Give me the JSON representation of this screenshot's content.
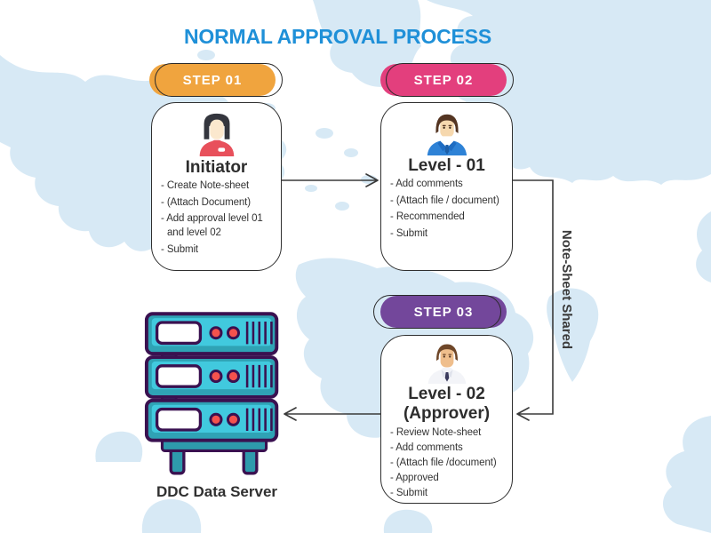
{
  "title": "NORMAL APPROVAL PROCESS",
  "steps": [
    {
      "badge": "STEP 01",
      "card_title": "Initiator",
      "lines": [
        "- Create Note-sheet",
        "- (Attach Document)",
        "- Add approval level 01",
        "and level 02",
        "- Submit"
      ]
    },
    {
      "badge": "STEP 02",
      "card_title": "Level - 01",
      "lines": [
        "- Add comments",
        "- (Attach file / document)",
        "- Recommended",
        "- Submit"
      ]
    },
    {
      "badge": "STEP 03",
      "card_title": "Level - 02",
      "card_subtitle": "(Approver)",
      "lines": [
        "- Review Note-sheet",
        "- Add comments",
        "- (Attach file /document)",
        "- Approved",
        "- Submit"
      ]
    }
  ],
  "server": {
    "label": "DDC Data Server"
  },
  "connector": {
    "label": "Note-Sheet Shared"
  },
  "colors": {
    "title_blue": "#1F90D8",
    "step1_orange": "#F0A43E",
    "step2_pink": "#E33F7D",
    "step3_purple": "#73479B",
    "map_blue": "#D7E9F5",
    "server_teal": "#41C9DE",
    "server_teal_dark": "#2E9AAC",
    "server_outline": "#3A1150",
    "indicator_red": "#F4524D",
    "line_dark": "#3A3A3A"
  }
}
